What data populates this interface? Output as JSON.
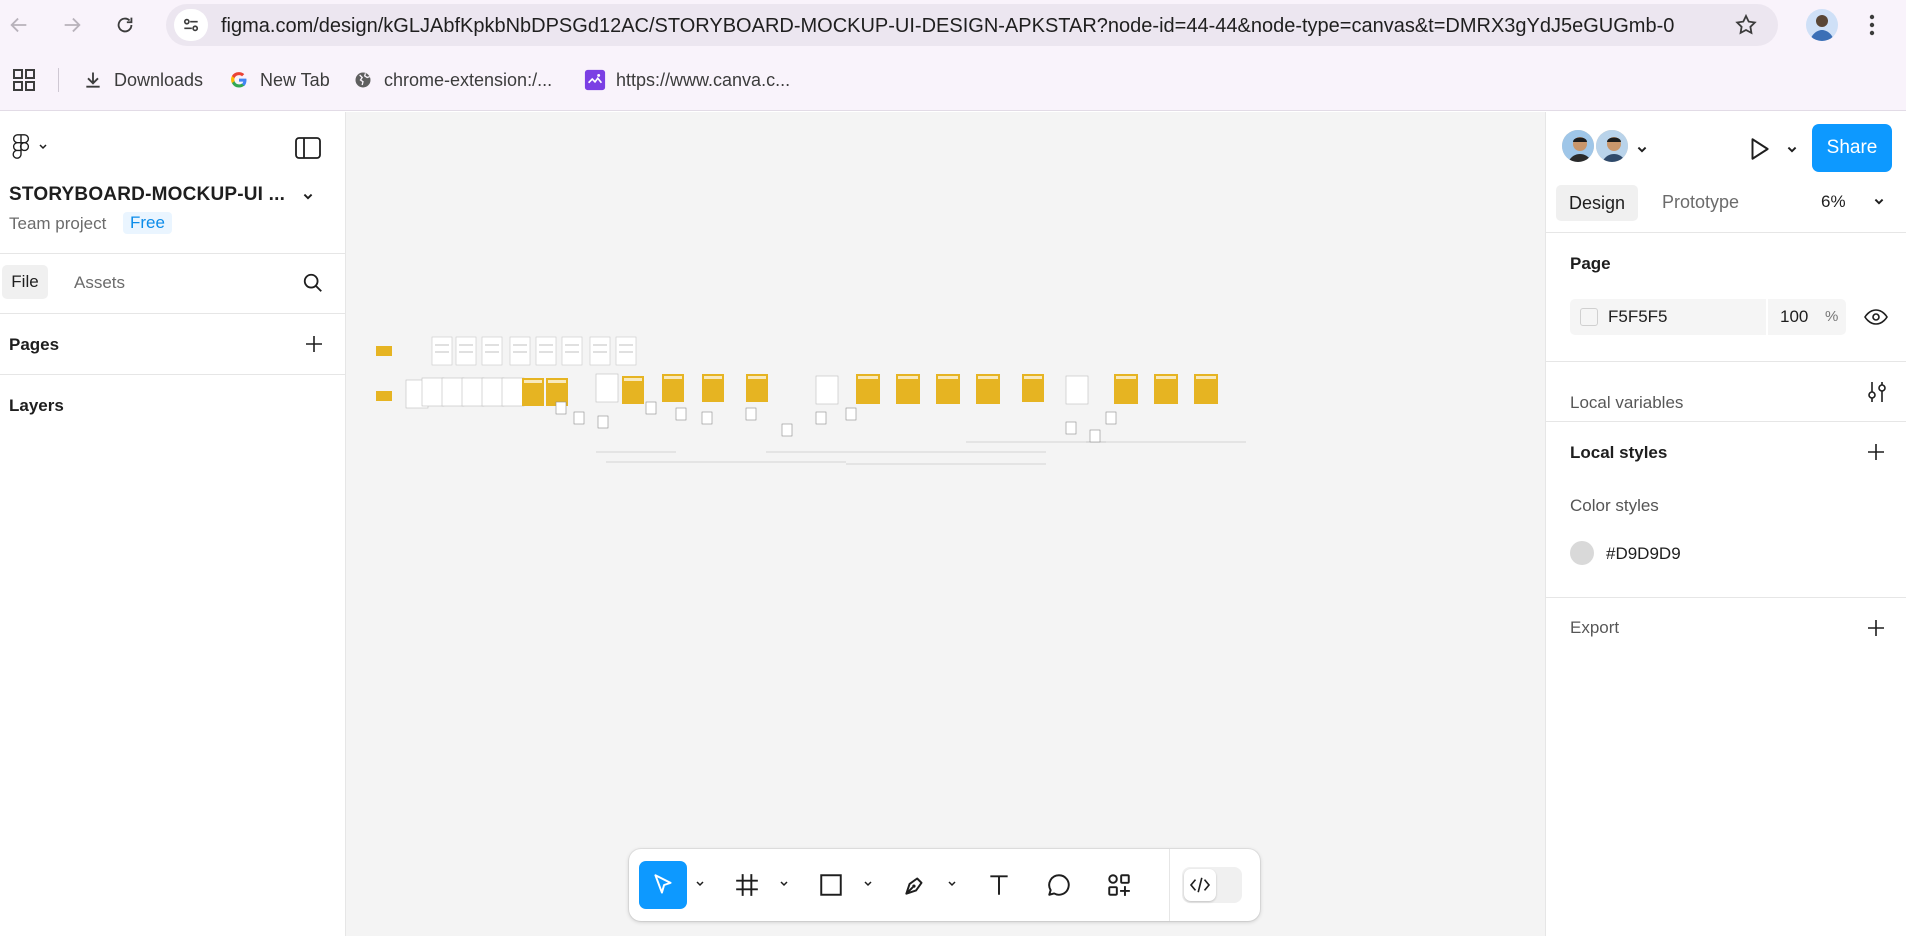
{
  "browser": {
    "url": "figma.com/design/kGLJAbfKpkbNbDPSGd12AC/STORYBOARD-MOCKUP-UI-DESIGN-APKSTAR?node-id=44-44&node-type=canvas&t=DMRX3gYdJ5eGUGmb-0",
    "bookmarks": [
      {
        "label": "Downloads",
        "icon": "download-icon"
      },
      {
        "label": "New Tab",
        "icon": "google-icon"
      },
      {
        "label": "chrome-extension:/...",
        "icon": "globe-icon"
      },
      {
        "label": "https://www.canva.c...",
        "icon": "canva-icon"
      }
    ]
  },
  "left_panel": {
    "project_title": "STORYBOARD-MOCKUP-UI ...",
    "team": "Team project",
    "plan_badge": "Free",
    "tabs": {
      "file": "File",
      "assets": "Assets"
    },
    "pages_label": "Pages",
    "layers_label": "Layers"
  },
  "right_panel": {
    "share_label": "Share",
    "tabs": {
      "design": "Design",
      "prototype": "Prototype"
    },
    "zoom": "6%",
    "page_section": "Page",
    "page_color_hex": "F5F5F5",
    "page_opacity": "100",
    "page_opacity_unit": "%",
    "local_variables": "Local variables",
    "local_styles": "Local styles",
    "color_styles": "Color styles",
    "color_style_name": "#D9D9D9",
    "export": "Export"
  },
  "colors": {
    "accent": "#0d99ff",
    "frame_yellow": "#e6b422",
    "canvas_bg": "#f4f4f4",
    "page_color": "#F5F5F5",
    "style_swatch": "#D9D9D9"
  },
  "toolbar": {
    "tools": [
      "move-tool",
      "frame-tool",
      "rectangle-tool",
      "pen-tool",
      "text-tool",
      "comment-tool",
      "actions-tool"
    ],
    "help_label": "?"
  }
}
